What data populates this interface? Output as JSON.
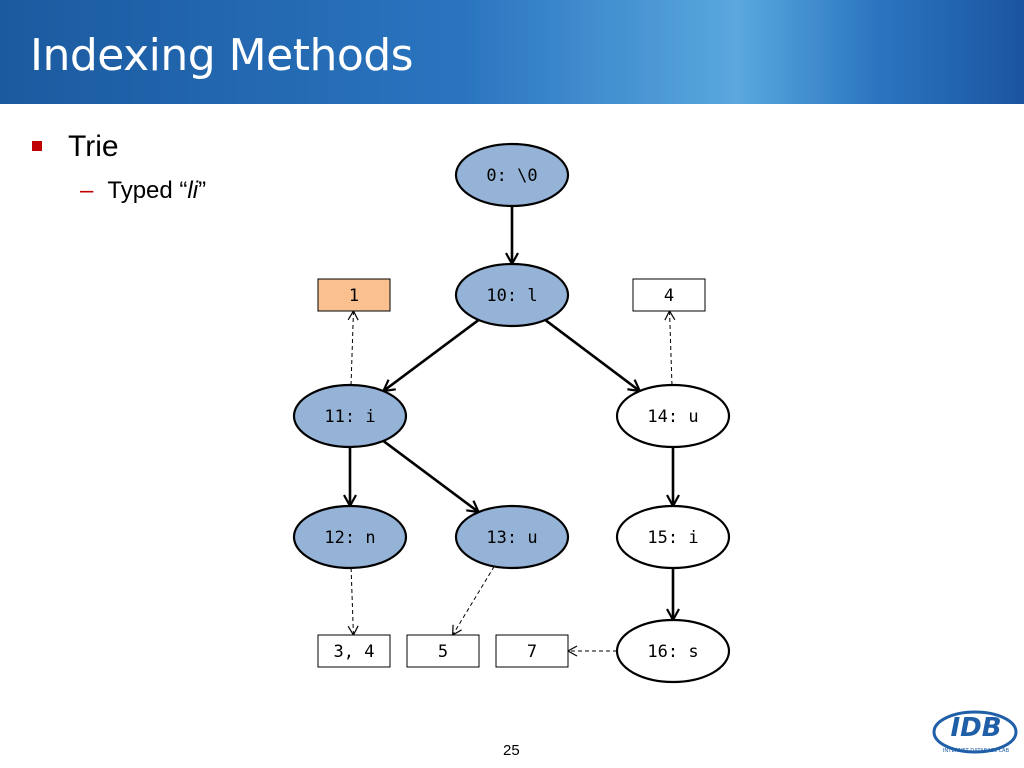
{
  "slide": {
    "title": "Indexing Methods",
    "bullet": "Trie",
    "sub_bullet": {
      "prefix": "Typed “",
      "emphasis": "li",
      "suffix": "”"
    },
    "page_number": "25",
    "logo_text": "IDB",
    "logo_caption": "INTERNET DATABASE LAB"
  },
  "colors": {
    "title_bar": "#2a74bf",
    "bullet_marker": "#c00000",
    "highlight_node": "#95b3d7",
    "highlight_box": "#fac090"
  },
  "diagram": {
    "nodes": [
      {
        "id": "n0",
        "label": "0: \\0",
        "highlighted": true
      },
      {
        "id": "n10",
        "label": "10: l",
        "highlighted": true
      },
      {
        "id": "n11",
        "label": "11: i",
        "highlighted": true
      },
      {
        "id": "n14",
        "label": "14: u",
        "highlighted": false
      },
      {
        "id": "n12",
        "label": "12: n",
        "highlighted": true
      },
      {
        "id": "n13",
        "label": "13: u",
        "highlighted": true
      },
      {
        "id": "n15",
        "label": "15: i",
        "highlighted": false
      },
      {
        "id": "n16",
        "label": "16: s",
        "highlighted": false
      }
    ],
    "boxes": [
      {
        "id": "b1",
        "label": "1",
        "highlighted": true
      },
      {
        "id": "b4",
        "label": "4",
        "highlighted": false
      },
      {
        "id": "b34",
        "label": "3, 4",
        "highlighted": false
      },
      {
        "id": "b5",
        "label": "5",
        "highlighted": false
      },
      {
        "id": "b7",
        "label": "7",
        "highlighted": false
      }
    ],
    "edges": [
      {
        "from": "n0",
        "to": "n10"
      },
      {
        "from": "n10",
        "to": "n11"
      },
      {
        "from": "n10",
        "to": "n14"
      },
      {
        "from": "n11",
        "to": "n12"
      },
      {
        "from": "n11",
        "to": "n13"
      },
      {
        "from": "n14",
        "to": "n15"
      },
      {
        "from": "n15",
        "to": "n16"
      }
    ],
    "pointers": [
      {
        "from": "n11",
        "to": "b1"
      },
      {
        "from": "n14",
        "to": "b4"
      },
      {
        "from": "n12",
        "to": "b34"
      },
      {
        "from": "n13",
        "to": "b5"
      },
      {
        "from": "n16",
        "to": "b7"
      }
    ]
  }
}
